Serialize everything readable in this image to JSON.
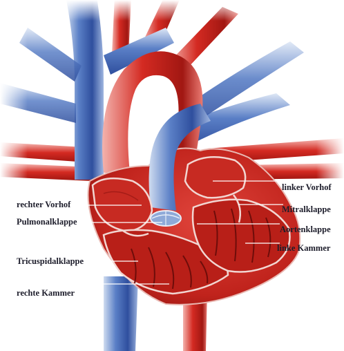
{
  "labels": {
    "left": {
      "right_atrium": "rechter Vorhof",
      "pulmonary_valve": "Pulmonalklappe",
      "tricuspid_valve": "Tricuspidalklappe",
      "right_ventricle": "rechte Kammer"
    },
    "right": {
      "left_atrium": "linker Vorhof",
      "mitral_valve": "Mitralklappe",
      "aortic_valve": "Aortenklappe",
      "left_ventricle": "linke Kammer"
    }
  },
  "colors": {
    "oxygenated_red": "#d42a22",
    "deoxygenated_blue": "#3d62b3",
    "chamber_dark": "#9c1616",
    "leader_line": "#ffffff",
    "label_text": "#1d1d2b"
  }
}
